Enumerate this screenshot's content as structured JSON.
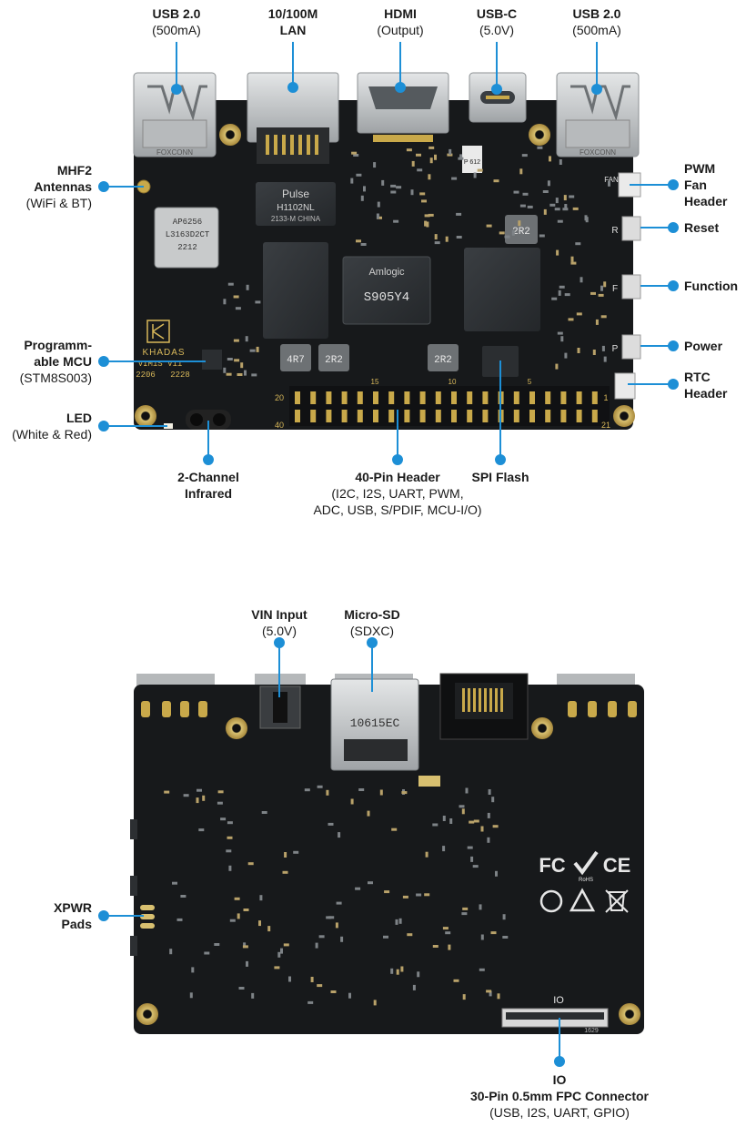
{
  "colors": {
    "board": "#17191b",
    "accent": "#1d8fd6",
    "metal": "#c9ccce",
    "gold": "#c9a94a"
  },
  "top_board": {
    "labels": {
      "usb_left": {
        "title": "USB 2.0",
        "sub": "(500mA)"
      },
      "lan": {
        "title1": "10/100M",
        "title2": "LAN"
      },
      "hdmi": {
        "title": "HDMI",
        "sub": "(Output)"
      },
      "usbc": {
        "title": "USB-C",
        "sub": "(5.0V)"
      },
      "usb_right": {
        "title": "USB 2.0",
        "sub": "(500mA)"
      },
      "mhf2": {
        "title1": "MHF2",
        "title2": "Antennas",
        "sub": "(WiFi & BT)"
      },
      "mcu": {
        "title1": "Programm-",
        "title2": "able MCU",
        "sub": "(STM8S003)"
      },
      "led": {
        "title": "LED",
        "sub": "(White & Red)"
      },
      "infrared": {
        "title1": "2-Channel",
        "title2": "Infrared"
      },
      "header40": {
        "title": "40-Pin Header",
        "sub1": "(I2C, I2S, UART, PWM,",
        "sub2": "ADC, USB, S/PDIF, MCU-I/O)"
      },
      "spi": {
        "title": "SPI Flash"
      },
      "pwm_fan": {
        "title1": "PWM",
        "title2": "Fan",
        "title3": "Header"
      },
      "reset": {
        "title": "Reset"
      },
      "function": {
        "title": "Function"
      },
      "power": {
        "title": "Power"
      },
      "rtc": {
        "title1": "RTC",
        "title2": "Header"
      }
    },
    "silk": {
      "usb_brand": "FOXCONN",
      "pulse": "Pulse",
      "pulse_part": "H1102NL",
      "pulse_sub": "2133-M CHINA",
      "wifi_l1": "AP6256",
      "wifi_l2": "L3163D2CT",
      "wifi_l3": "2212",
      "soc_brand": "Amlogic",
      "soc_part": "S905Y4",
      "r_4r7": "4R7",
      "r_2r2a": "2R2",
      "r_2r2b": "2R2",
      "r_2r2c": "2R2",
      "khadas": "KHADAS",
      "board_name": "VIM1S V11",
      "date_a": "2206",
      "date_b": "2228",
      "pin20": "20",
      "pin40": "40",
      "pin15": "15",
      "pin10": "10",
      "pin5": "5",
      "pin1": "1",
      "pin21": "21",
      "btn_r": "R",
      "btn_f": "F",
      "btn_p": "P",
      "fan": "FAN",
      "p612": "P 612"
    }
  },
  "bottom_board": {
    "labels": {
      "vin": {
        "title": "VIN Input",
        "sub": "(5.0V)"
      },
      "microsd": {
        "title": "Micro-SD",
        "sub": "(SDXC)"
      },
      "xpwr": {
        "title1": "XPWR",
        "title2": "Pads"
      },
      "io": {
        "title1": "IO",
        "title2": "30-Pin 0.5mm FPC Connector",
        "sub": "(USB, I2S, UART, GPIO)"
      }
    },
    "silk": {
      "sd_part": "10615EC",
      "io_silk": "IO",
      "fc": "FC",
      "ce": "CE",
      "rohs": "RoHS",
      "fpc_part": "1629"
    }
  }
}
